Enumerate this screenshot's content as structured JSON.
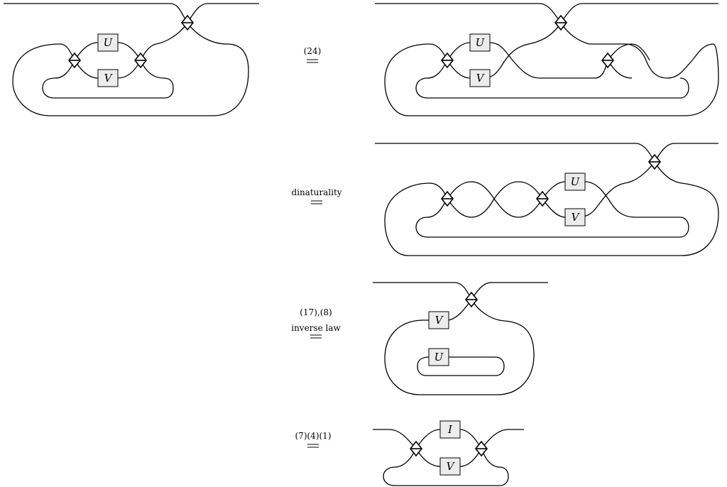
{
  "equations": [
    {
      "label": "(24)"
    },
    {
      "label": "dinaturality"
    },
    {
      "label_line1": "(17),(8)",
      "label_line2": "inverse law"
    },
    {
      "label": "(7)(4)(1)"
    }
  ],
  "boxes": {
    "d1_u": "U",
    "d1_v": "V",
    "d2_u": "U",
    "d2_v": "V",
    "d3_u": "U",
    "d3_v": "V",
    "d4_v": "V",
    "d4_u": "U",
    "d5_i": "I",
    "d5_v": "V"
  }
}
